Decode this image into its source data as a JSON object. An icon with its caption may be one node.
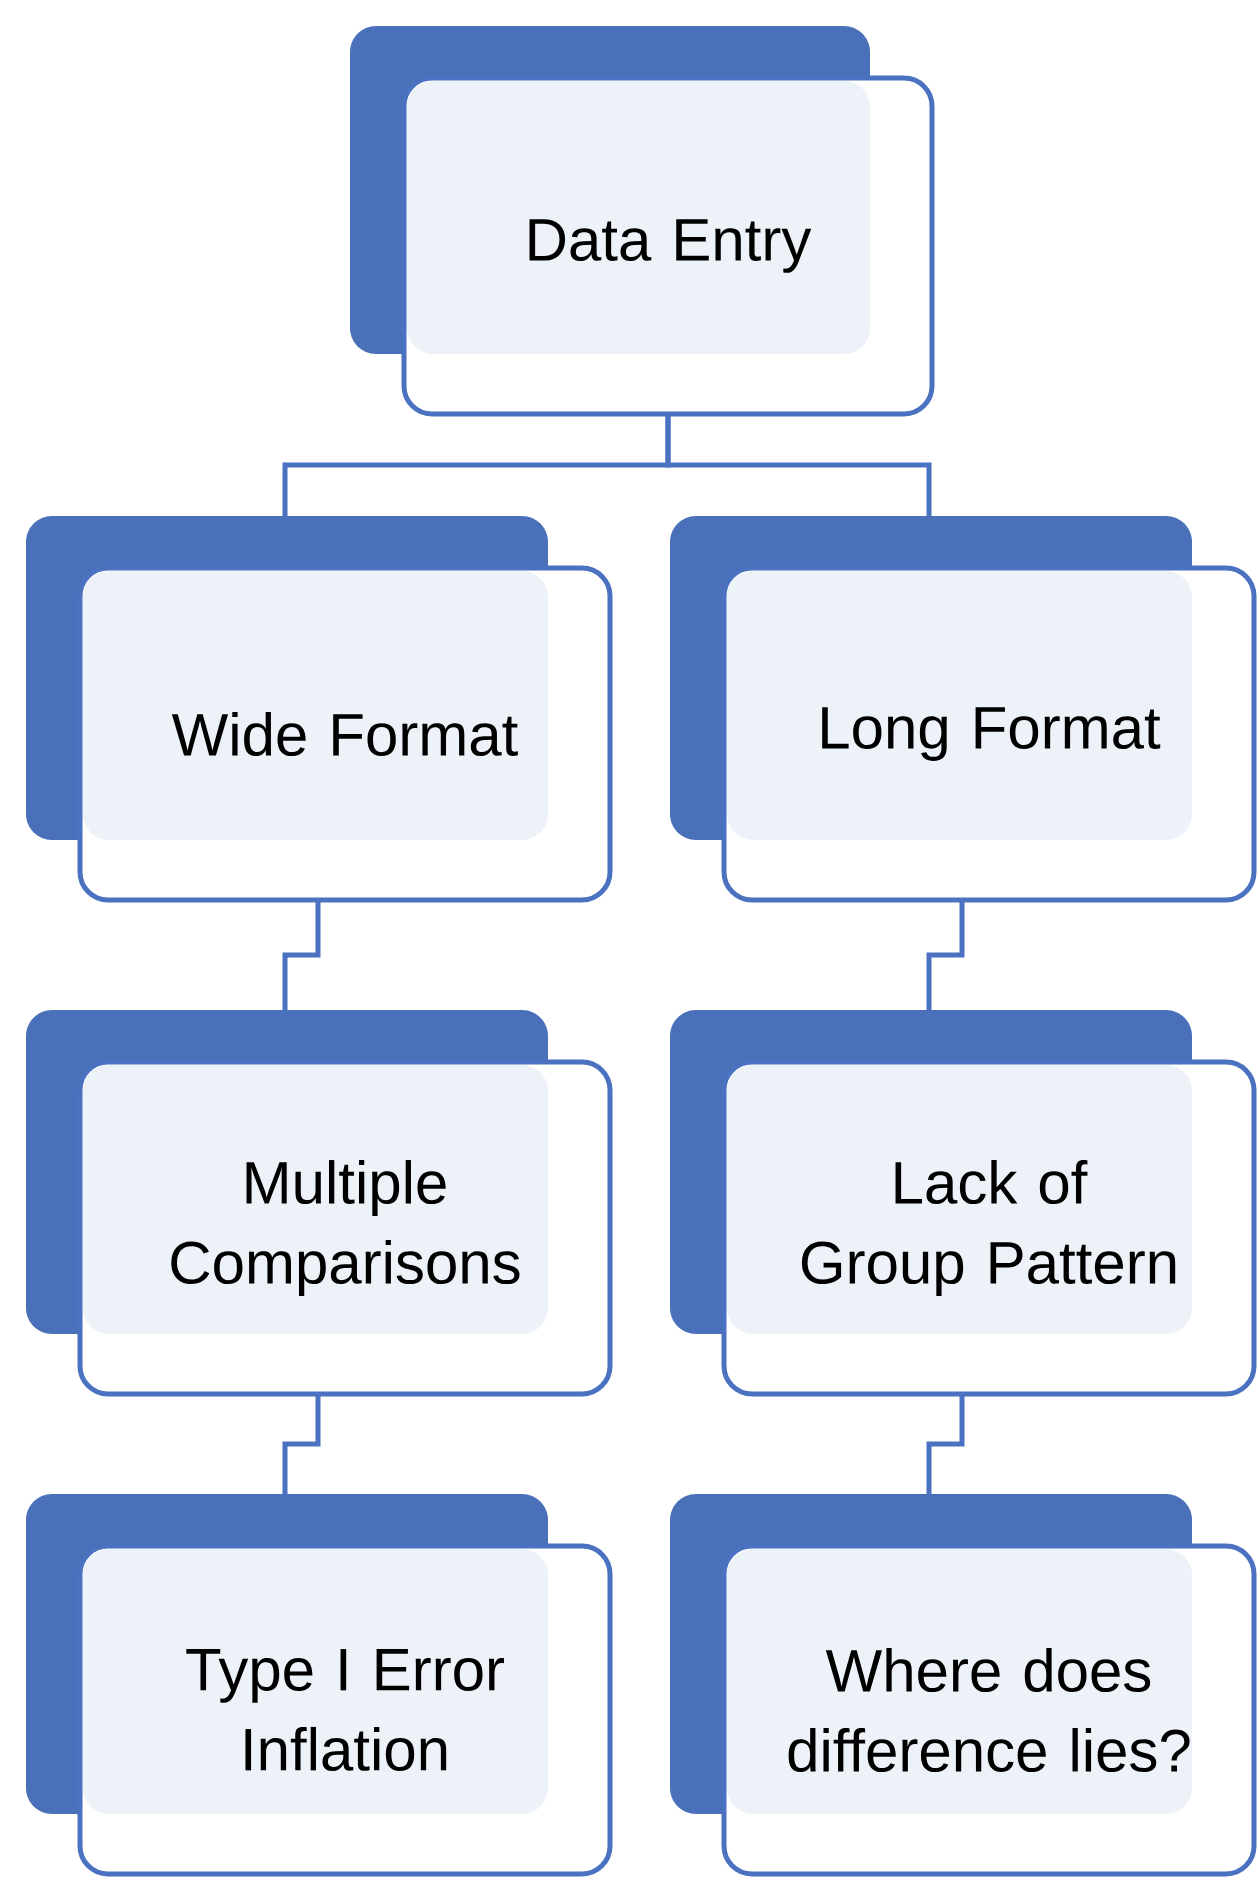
{
  "diagram": {
    "nodes": [
      {
        "text": [
          "Data Entry"
        ]
      },
      {
        "text": [
          "Wide Format"
        ]
      },
      {
        "text": [
          "Long Format"
        ]
      },
      {
        "text": [
          "Multiple Comparisons"
        ]
      },
      {
        "text": [
          "Lack of Group Pattern"
        ]
      },
      {
        "text": [
          "Type I Error Inflation"
        ]
      },
      {
        "text": [
          "Where does difference lies?"
        ]
      }
    ],
    "edges": [
      {
        "from": 0,
        "to": 1,
        "arrow": "none"
      },
      {
        "from": 0,
        "to": 2,
        "arrow": "none"
      },
      {
        "from": 1,
        "to": 3,
        "arrow": "none"
      },
      {
        "from": 2,
        "to": 4,
        "arrow": "none"
      },
      {
        "from": 3,
        "to": 5,
        "arrow": "none"
      },
      {
        "from": 4,
        "to": 6,
        "arrow": "none"
      }
    ]
  }
}
